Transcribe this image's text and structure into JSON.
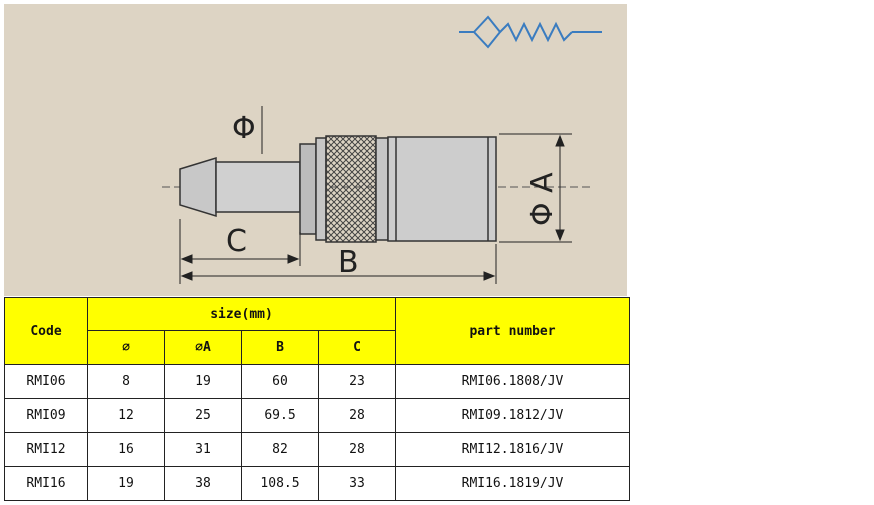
{
  "drawing": {
    "labels": {
      "phi": "Φ",
      "phi_a": "Φ A",
      "c": "C",
      "b": "B"
    }
  },
  "table": {
    "header": {
      "code": "Code",
      "size": "size(mm)",
      "part_number": "part number",
      "sub": [
        "∅",
        "∅A",
        "B",
        "C"
      ]
    },
    "rows": [
      {
        "code": "RMI06",
        "d": "8",
        "a": "19",
        "b": "60",
        "c": "23",
        "part": "RMI06.1808/JV"
      },
      {
        "code": "RMI09",
        "d": "12",
        "a": "25",
        "b": "69.5",
        "c": "28",
        "part": "RMI09.1812/JV"
      },
      {
        "code": "RMI12",
        "d": "16",
        "a": "31",
        "b": "82",
        "c": "28",
        "part": "RMI12.1816/JV"
      },
      {
        "code": "RMI16",
        "d": "19",
        "a": "38",
        "b": "108.5",
        "c": "33",
        "part": "RMI16.1819/JV"
      }
    ]
  }
}
